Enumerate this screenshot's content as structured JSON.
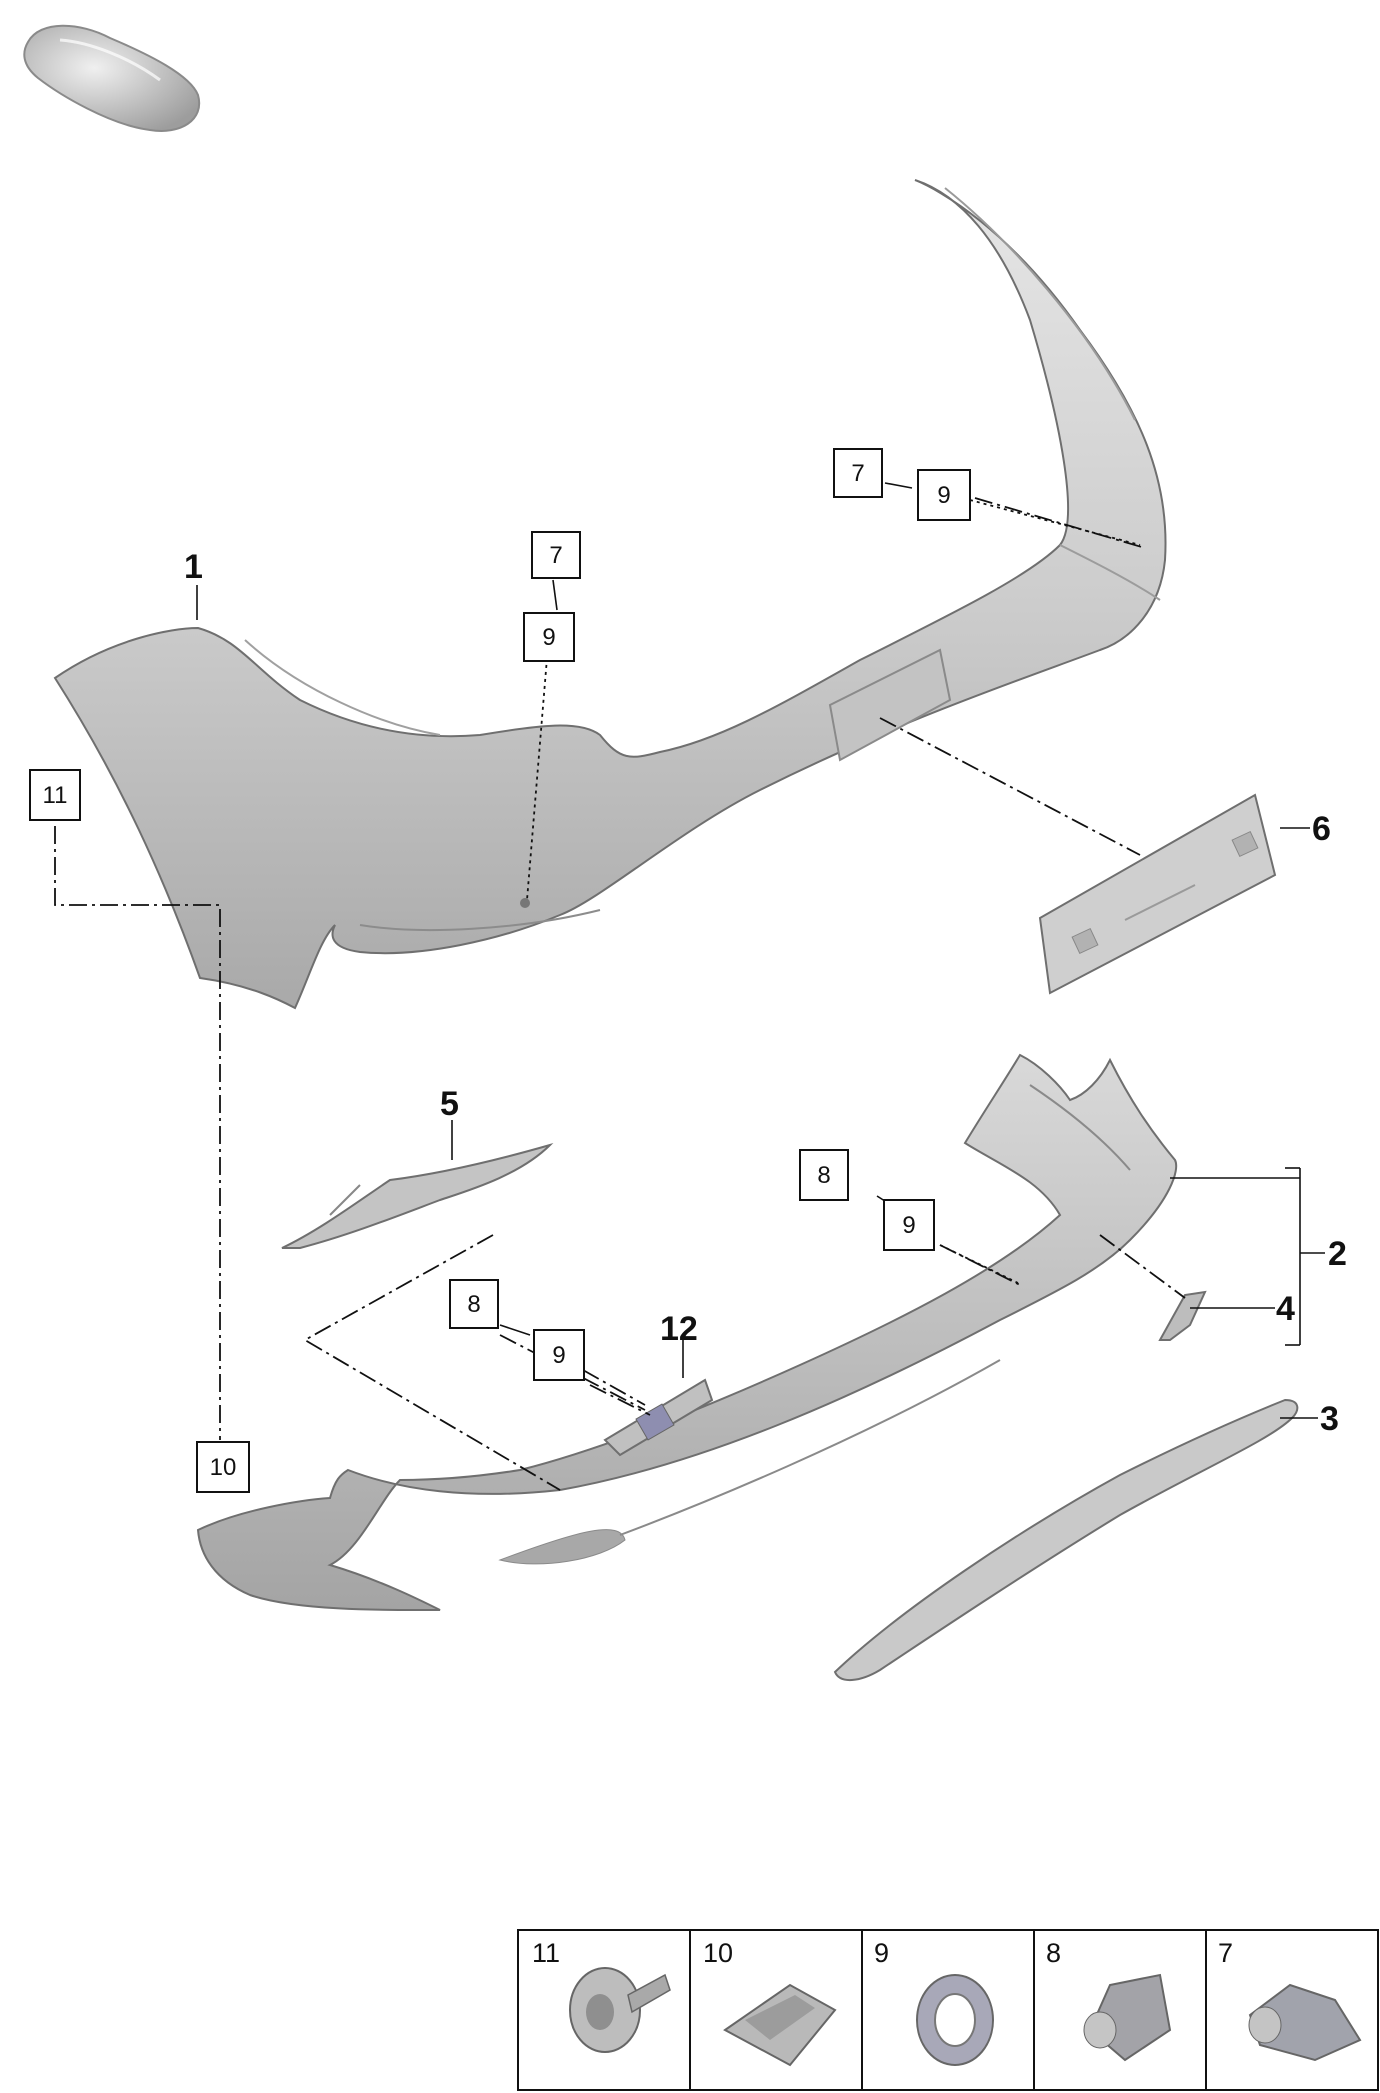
{
  "callouts": {
    "c1": "1",
    "c2": "2",
    "c3": "3",
    "c4": "4",
    "c5": "5",
    "c6": "6",
    "c12": "12"
  },
  "boxes": {
    "b7_left": "7",
    "b9_left": "9",
    "b7_right": "7",
    "b9_right": "9",
    "b11": "11",
    "b8_right": "8",
    "b9_lower_right": "9",
    "b8_mid": "8",
    "b9_mid": "9",
    "b10": "10"
  },
  "legend": {
    "items": [
      {
        "num": "11",
        "icon": "screw-with-washer-icon"
      },
      {
        "num": "10",
        "icon": "sensor-bracket-icon"
      },
      {
        "num": "9",
        "icon": "sensor-ring-icon"
      },
      {
        "num": "8",
        "icon": "parking-sensor-icon"
      },
      {
        "num": "7",
        "icon": "parking-sensor-icon"
      }
    ]
  },
  "colors": {
    "part_fill": "#c8c8c8",
    "part_light": "#dcdcdc",
    "part_dark": "#9a9a9a",
    "line": "#111111"
  }
}
